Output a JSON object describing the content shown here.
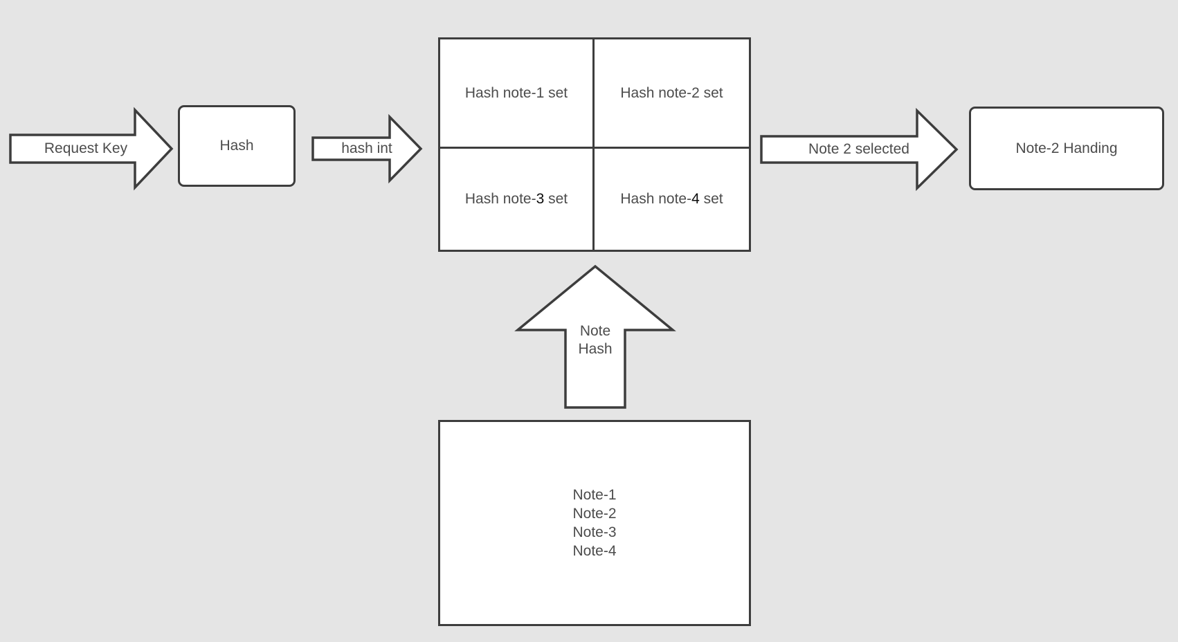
{
  "colors": {
    "background": "#e5e5e5",
    "shape_fill": "#ffffff",
    "shape_border": "#3d3d3d",
    "text": "#4c4c4c",
    "highlight_number": "#0b0b0b"
  },
  "flow": {
    "request_key_arrow": {
      "label": "Request Key"
    },
    "hash_box": {
      "label": "Hash"
    },
    "hash_int_arrow": {
      "label": "hash int"
    },
    "hash_grid": {
      "cells": [
        {
          "prefix": "Hash note-",
          "number": "1",
          "suffix": " set"
        },
        {
          "prefix": "Hash note-",
          "number": "2",
          "suffix": " set"
        },
        {
          "prefix": "Hash note-",
          "number": "3",
          "suffix": " set"
        },
        {
          "prefix": "Hash note-",
          "number": "4",
          "suffix": " set"
        }
      ]
    },
    "note_selected_arrow": {
      "label": "Note 2 selected"
    },
    "note_handling_box": {
      "label": "Note-2 Handing"
    },
    "note_hash_arrow": {
      "label_line1": "Note",
      "label_line2": "Hash"
    },
    "notes_box": {
      "items": [
        "Note-1",
        "Note-2",
        "Note-3",
        "Note-4"
      ]
    }
  }
}
